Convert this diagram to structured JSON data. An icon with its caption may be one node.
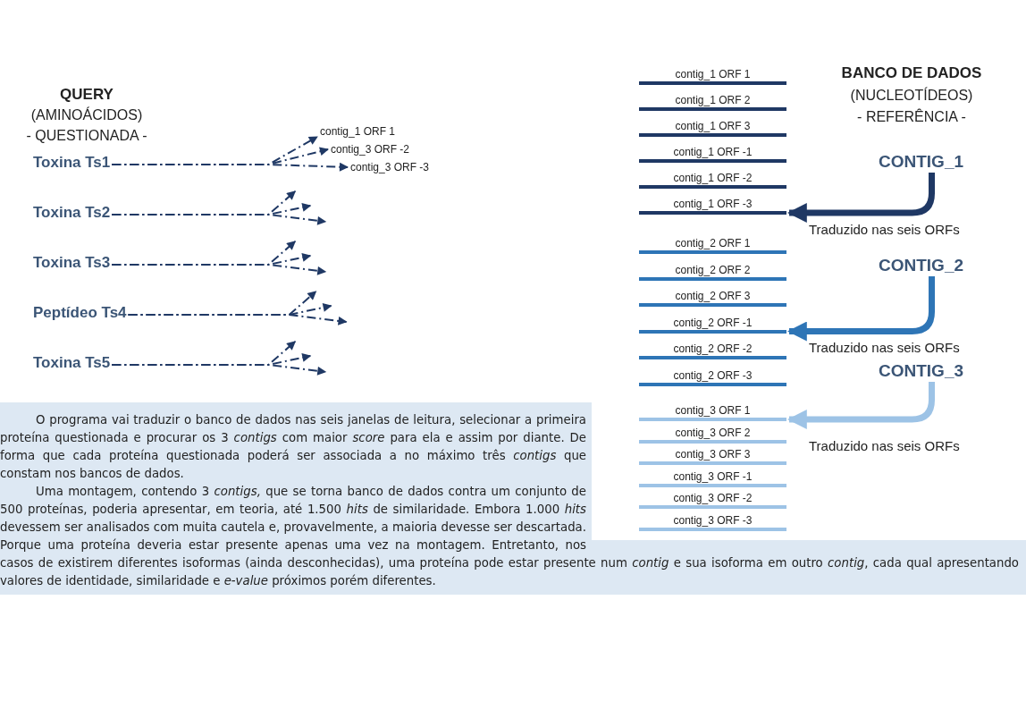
{
  "diagram": {
    "nodes": [
      {
        "text": [
          "Toxina Ts1"
        ]
      },
      {
        "text": [
          "Toxina Ts2"
        ]
      },
      {
        "text": [
          "Toxina Ts3"
        ]
      },
      {
        "text": [
          "Peptídeo Ts4"
        ]
      },
      {
        "text": [
          "Toxina Ts5"
        ]
      },
      {
        "text": [
          "contig_1 ORF 1"
        ]
      },
      {
        "text": [
          "contig_3 ORF -2"
        ]
      },
      {
        "text": [
          "contig_3 ORF -3"
        ]
      },
      {
        "text": [
          "contig_1 ORF 1"
        ]
      },
      {
        "text": [
          "contig_1 ORF 2"
        ]
      },
      {
        "text": [
          "contig_1 ORF 3"
        ]
      },
      {
        "text": [
          "contig_1 ORF -1"
        ]
      },
      {
        "text": [
          "contig_1 ORF -2"
        ]
      },
      {
        "text": [
          "contig_1 ORF -3"
        ]
      },
      {
        "text": [
          "contig_2 ORF 1"
        ]
      },
      {
        "text": [
          "contig_2 ORF 2"
        ]
      },
      {
        "text": [
          "contig_2 ORF 3"
        ]
      },
      {
        "text": [
          "contig_2 ORF -1"
        ]
      },
      {
        "text": [
          "contig_2 ORF -2"
        ]
      },
      {
        "text": [
          "contig_2 ORF -3"
        ]
      },
      {
        "text": [
          "contig_3 ORF 1"
        ]
      },
      {
        "text": [
          "contig_3 ORF 2"
        ]
      },
      {
        "text": [
          "contig_3 ORF 3"
        ]
      },
      {
        "text": [
          "contig_3 ORF -1"
        ]
      },
      {
        "text": [
          "contig_3 ORF -2"
        ]
      },
      {
        "text": [
          "contig_3 ORF -3"
        ]
      },
      {
        "text": [
          "CONTIG_1"
        ]
      },
      {
        "text": [
          "CONTIG_2"
        ]
      },
      {
        "text": [
          "CONTIG_3"
        ]
      },
      {
        "text": [
          "O programa vai traduzir o banco de dados nas seis janelas de leitura, selecionar a primeira proteína questionada e procurar os 3 *contigs* com maior *score* para ela e assim por diante. De forma que cada proteína questionada poderá ser associada a no máximo três *contigs* que constam nos bancos de dados.",
          "Uma montagem, contendo 3 *contigs,* que se torna banco de dados contra um conjunto de 500 proteínas, poderia apresentar, em teoria, até 1.500 *hits* de similaridade. Embora 1.000 *hits* devessem ser analisados com muita cautela e, provavelmente, a maioria devesse ser descartada. Porque uma proteína deveria estar presente apenas uma vez na montagem. Entretanto, nos casos de existirem diferentes isoformas (ainda desconhecidas), uma proteína pode estar presente num *contig* e sua isoforma em outro *contig*, cada qual apresentando valores de identidade, similaridade e *e-value* próximos porém diferentes."
        ]
      }
    ],
    "edges": [
      {
        "from": 0,
        "to": 5,
        "arrow": "to",
        "style": "dashed"
      },
      {
        "from": 0,
        "to": 6,
        "arrow": "to",
        "style": "dashed"
      },
      {
        "from": 0,
        "to": 7,
        "arrow": "to",
        "style": "dashed"
      },
      {
        "from": 1,
        "to": null,
        "arrow": "to",
        "style": "dashed"
      },
      {
        "from": 1,
        "to": null,
        "arrow": "to",
        "style": "dashed"
      },
      {
        "from": 1,
        "to": null,
        "arrow": "to",
        "style": "dashed"
      },
      {
        "from": 2,
        "to": null,
        "arrow": "to",
        "style": "dashed"
      },
      {
        "from": 2,
        "to": null,
        "arrow": "to",
        "style": "dashed"
      },
      {
        "from": 2,
        "to": null,
        "arrow": "to",
        "style": "dashed"
      },
      {
        "from": 3,
        "to": null,
        "arrow": "to",
        "style": "dashed"
      },
      {
        "from": 3,
        "to": null,
        "arrow": "to",
        "style": "dashed"
      },
      {
        "from": 3,
        "to": null,
        "arrow": "to",
        "style": "dashed"
      },
      {
        "from": 4,
        "to": null,
        "arrow": "to",
        "style": "dashed"
      },
      {
        "from": 4,
        "to": null,
        "arrow": "to",
        "style": "dashed"
      },
      {
        "from": 4,
        "to": null,
        "arrow": "to",
        "style": "dashed"
      },
      {
        "from": 26,
        "to": 13,
        "arrow": "to",
        "style": "thick",
        "color": "#1f3864",
        "label": "Traduzido nas seis ORFs"
      },
      {
        "from": 27,
        "to": 17,
        "arrow": "to",
        "style": "thick",
        "color": "#2e75b6",
        "label": "Traduzido nas seis ORFs"
      },
      {
        "from": 28,
        "to": 20,
        "arrow": "to",
        "style": "thick",
        "color": "#9dc3e6",
        "label": "Traduzido nas seis ORFs"
      }
    ],
    "labels": [
      "QUERY",
      "(AMINOÁCIDOS)",
      "- QUESTIONADA -",
      "BANCO DE DADOS",
      "(NUCLEOTÍDEOS)",
      "- REFERÊNCIA -"
    ]
  }
}
